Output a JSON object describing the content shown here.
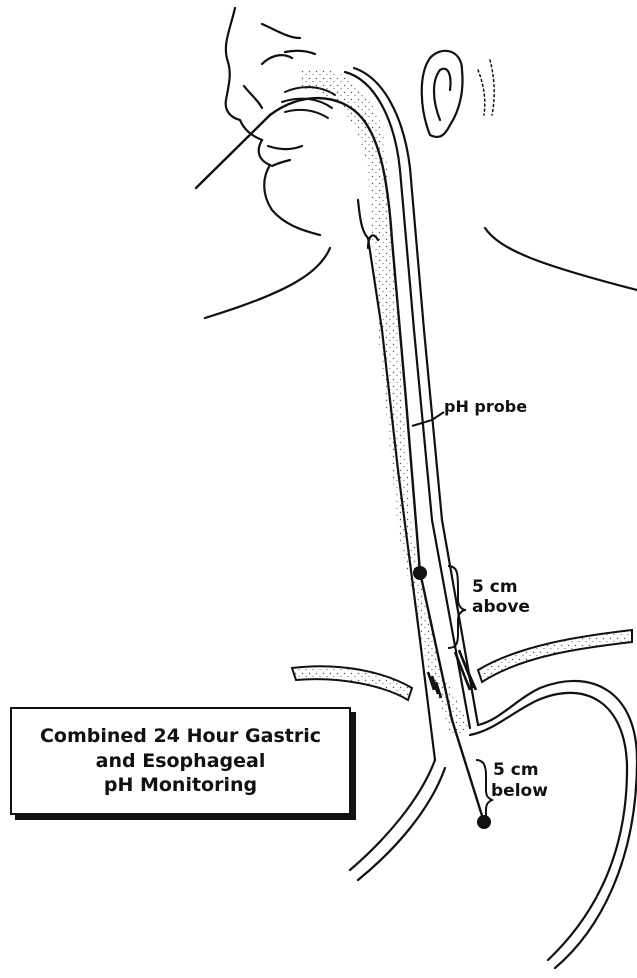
{
  "title": {
    "line1": "Combined 24 Hour Gastric",
    "line2": "and Esophageal",
    "line3": "pH Monitoring"
  },
  "labels": {
    "probe": "pH probe",
    "above_value": "5 cm",
    "above_word": "above",
    "below_value": "5 cm",
    "below_word": "below"
  },
  "colors": {
    "ink": "#111111",
    "paper": "#ffffff",
    "stipple": "#555555"
  }
}
